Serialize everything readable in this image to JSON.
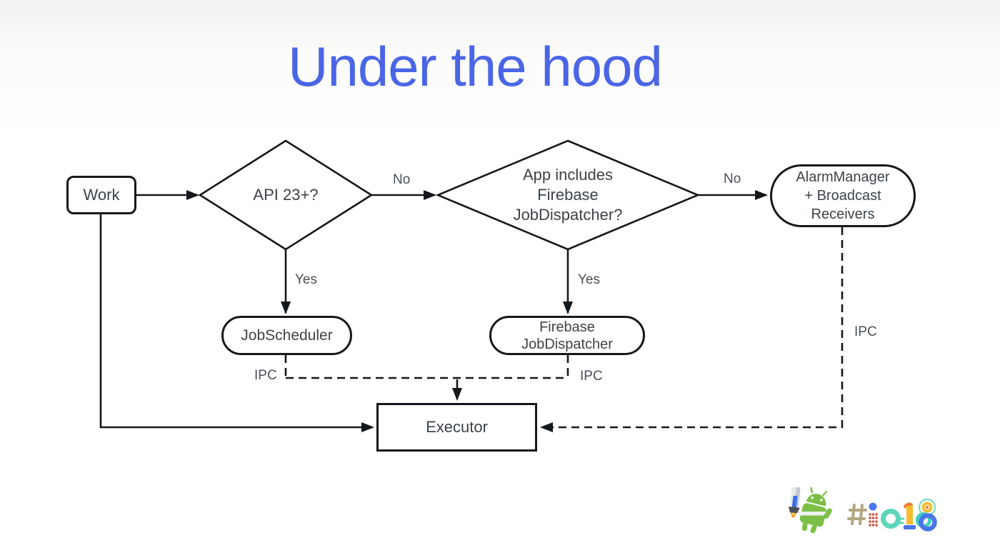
{
  "title": "Under the hood",
  "colors": {
    "title_blue": "#4a66e6",
    "line": "#15181b",
    "node_text": "#3d4349",
    "android_green": "#7cbf47",
    "logo_hash_tan": "#b3a77f",
    "logo_blue": "#4a76e8",
    "logo_red_dots": "#cf4a33",
    "logo_teal": "#5cd6b9",
    "logo_yellow": "#f5bd2e",
    "logo_orange": "#ef7c35",
    "jetpack_gray": "#c3c9d1",
    "flame_orange": "#f59a23"
  },
  "flow": {
    "work": {
      "label": "Work"
    },
    "decision_api": {
      "label": "API 23+?"
    },
    "decision_firebase": {
      "label": "App includes\nFirebase\nJobDispatcher?"
    },
    "alarm_manager": {
      "label": "AlarmManager\n+ Broadcast\nReceivers"
    },
    "job_scheduler": {
      "label": "JobScheduler"
    },
    "firebase_job_dispatcher": {
      "label": "Firebase\nJobDispatcher"
    },
    "executor": {
      "label": "Executor"
    },
    "edge_labels": {
      "no_api": "No",
      "no_firebase": "No",
      "yes_api": "Yes",
      "yes_firebase": "Yes",
      "ipc_jobscheduler": "IPC",
      "ipc_firebase": "IPC",
      "ipc_alarm": "IPC"
    }
  },
  "footer": {
    "logo_text": "#io18"
  }
}
